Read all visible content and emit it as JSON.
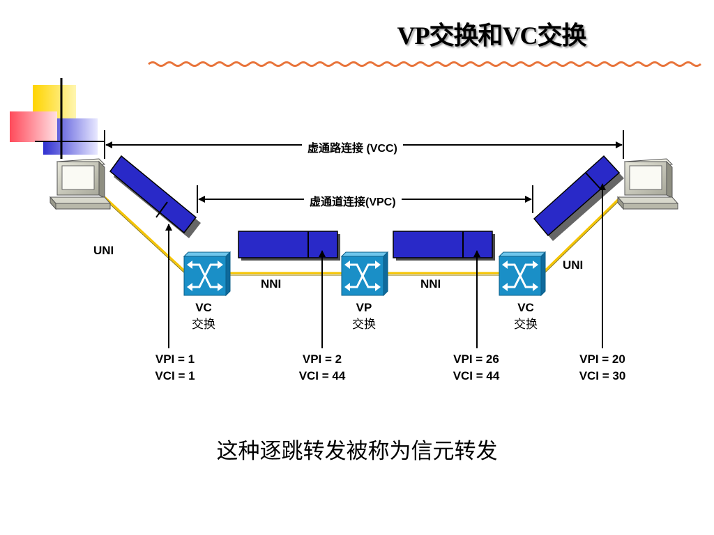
{
  "title": "VP交换和VC交换",
  "connections": {
    "vcc": "虚通路连接 (VCC)",
    "vpc": "虚通道连接(VPC)"
  },
  "links": {
    "uni_left": "UNI",
    "uni_right": "UNI",
    "nni_left": "NNI",
    "nni_right": "NNI"
  },
  "switches": [
    {
      "type": "VC",
      "label": "交换"
    },
    {
      "type": "VP",
      "label": "交换"
    },
    {
      "type": "VC",
      "label": "交换"
    }
  ],
  "identifiers": [
    {
      "vpi": "VPI = 1",
      "vci": "VCI = 1"
    },
    {
      "vpi": "VPI = 2",
      "vci": "VCI = 44"
    },
    {
      "vpi": "VPI = 26",
      "vci": "VCI = 44"
    },
    {
      "vpi": "VPI = 20",
      "vci": "VCI = 30"
    }
  ],
  "footer": "这种逐跳转发被称为信元转发",
  "colors": {
    "cell_blue": "#2929c8",
    "switch_blue": "#1a8fc7",
    "link_yellow": "#f5c400",
    "title_wave": "#e8743b"
  }
}
